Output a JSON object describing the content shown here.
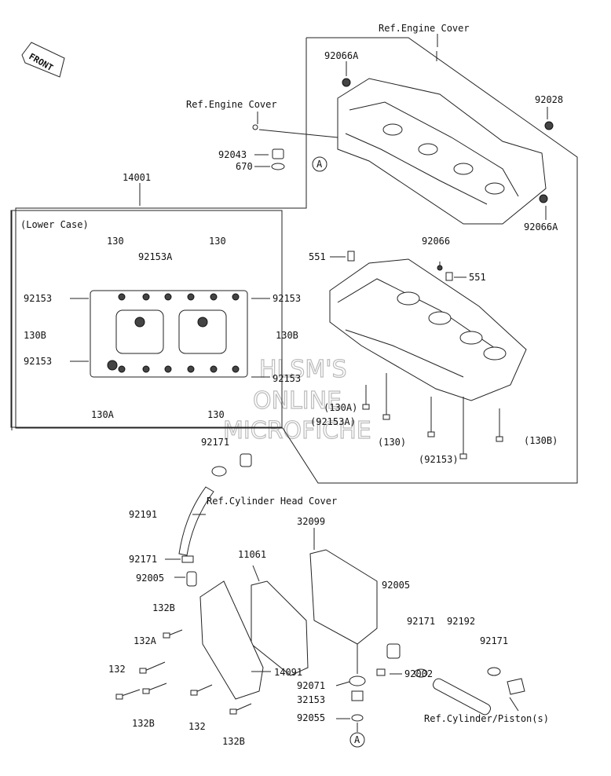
{
  "front_badge": "FRONT",
  "circle_marker": "A",
  "section_header": "(Lower Case)",
  "watermark": [
    "HLSM'S",
    "ONLINE",
    "MICROFICHE"
  ],
  "labels": {
    "ref_engine_cover_top": "Ref.Engine Cover",
    "ref_engine_cover_mid": "Ref.Engine Cover",
    "p92066A_top": "92066A",
    "p92028": "92028",
    "p92043": "92043",
    "p670": "670",
    "p14001": "14001",
    "p92066A_right": "92066A",
    "p92066": "92066",
    "p551_left": "551",
    "p551_right": "551",
    "p130_tl": "130",
    "p130_tr": "130",
    "p92153A_top": "92153A",
    "p92153_l1": "92153",
    "p92153_r1": "92153",
    "p130B_left": "130B",
    "p130B_right": "130B",
    "p92153_l2": "92153",
    "p92153_r2": "92153",
    "p130A_bottom": "130A",
    "p130_bottom": "130",
    "p130A_paren": "(130A)",
    "p92153A_paren": "(92153A)",
    "p130_paren": "(130)",
    "p130B_paren": "(130B)",
    "p92153_paren": "(92153)",
    "p92171_top": "92171",
    "ref_cylinder_head_cover": "Ref.Cylinder Head Cover",
    "p92191": "92191",
    "p32099": "32099",
    "p11061": "11061",
    "p92171_mid": "92171",
    "p92005_left": "92005",
    "p92005_right": "92005",
    "p92171_right1": "92171",
    "p92192": "92192",
    "p92171_right2": "92171",
    "p132B_top": "132B",
    "p132A": "132A",
    "p132_left": "132",
    "p14091": "14091",
    "p92071": "92071",
    "p92002": "92002",
    "p32153": "32153",
    "p92055": "92055",
    "p132B_bottom": "132B",
    "p132_bottom": "132",
    "p132B_bottom2": "132B",
    "ref_cylinder_piston": "Ref.Cylinder/Piston(s)"
  }
}
